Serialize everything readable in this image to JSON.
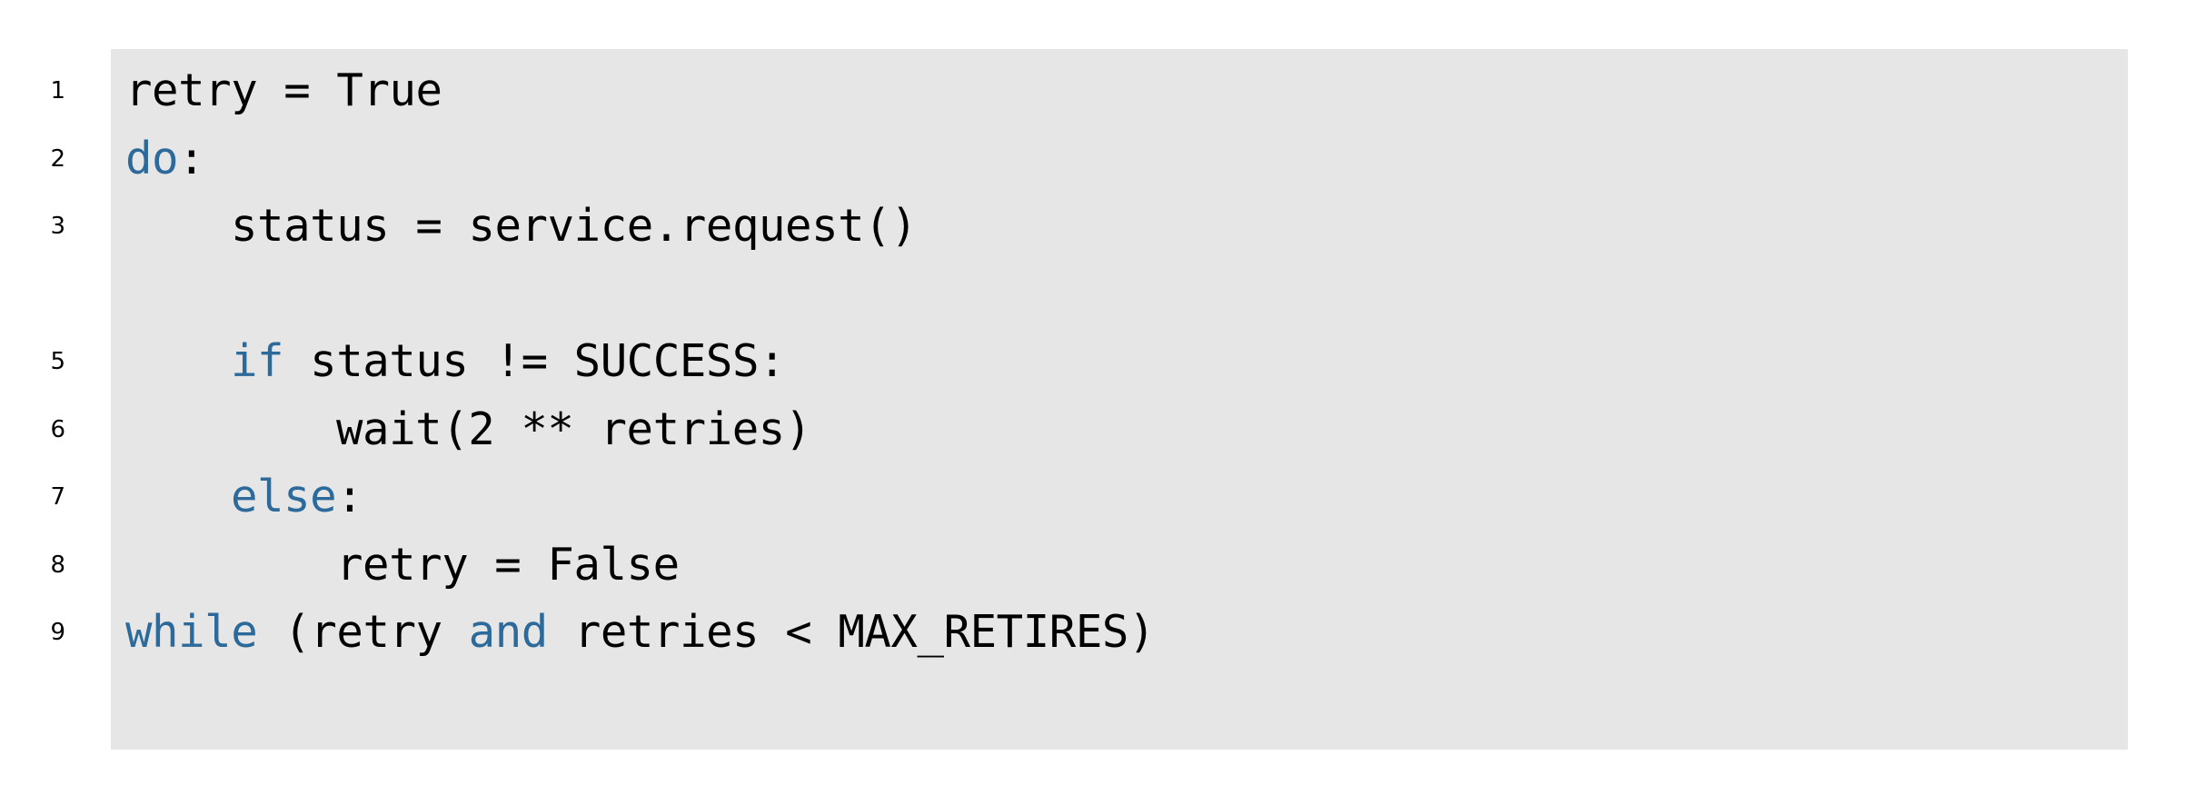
{
  "panel": {
    "background_color": "#e6e6e6",
    "page_background_color": "#ffffff"
  },
  "syntax": {
    "keyword_color": "#2b6a9b",
    "text_color": "#000000",
    "language": "pseudocode-python"
  },
  "code": {
    "lines": [
      {
        "number": "1",
        "indent": 0,
        "tokens": [
          {
            "t": "retry = True",
            "k": false
          }
        ]
      },
      {
        "number": "2",
        "indent": 0,
        "tokens": [
          {
            "t": "do",
            "k": true
          },
          {
            "t": ":",
            "k": false
          }
        ]
      },
      {
        "number": "3",
        "indent": 4,
        "tokens": [
          {
            "t": "status = service.request()",
            "k": false
          }
        ]
      },
      {
        "number": "",
        "indent": 0,
        "tokens": []
      },
      {
        "number": "5",
        "indent": 4,
        "tokens": [
          {
            "t": "if",
            "k": true
          },
          {
            "t": " status != SUCCESS:",
            "k": false
          }
        ]
      },
      {
        "number": "6",
        "indent": 8,
        "tokens": [
          {
            "t": "wait(2 ** retries)",
            "k": false
          }
        ]
      },
      {
        "number": "7",
        "indent": 4,
        "tokens": [
          {
            "t": "else",
            "k": true
          },
          {
            "t": ":",
            "k": false
          }
        ]
      },
      {
        "number": "8",
        "indent": 8,
        "tokens": [
          {
            "t": "retry = False",
            "k": false
          }
        ]
      },
      {
        "number": "9",
        "indent": 0,
        "tokens": [
          {
            "t": "while",
            "k": true
          },
          {
            "t": " (retry ",
            "k": false
          },
          {
            "t": "and",
            "k": true
          },
          {
            "t": " retries < MAX_RETIRES)",
            "k": false
          }
        ]
      }
    ]
  }
}
